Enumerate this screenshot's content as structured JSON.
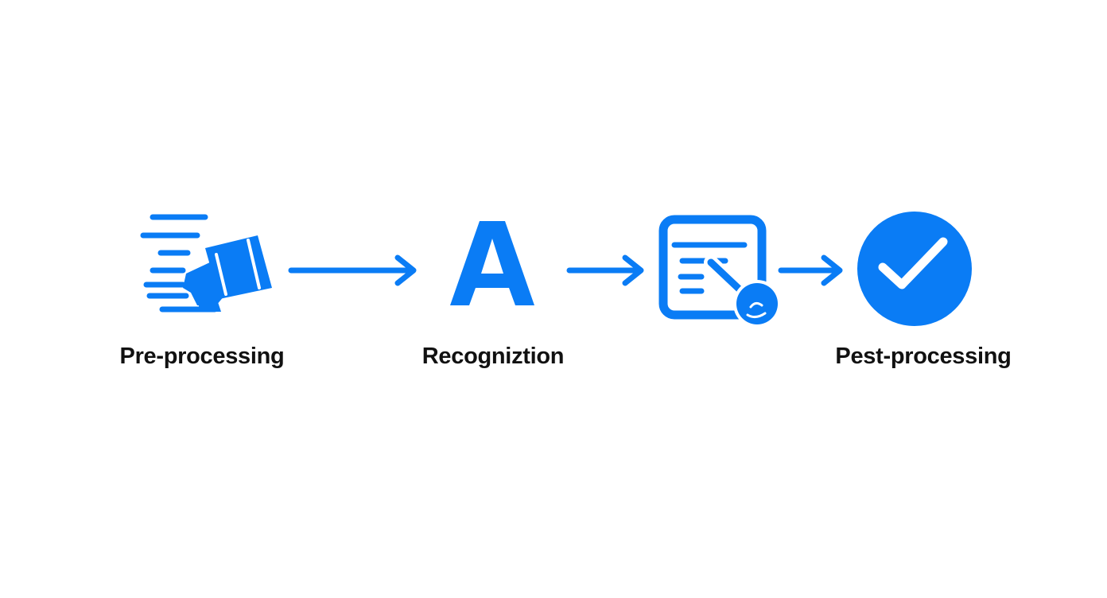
{
  "diagram": {
    "accent_color": "#0a7cf5",
    "steps": [
      {
        "label": "Pre-processing",
        "icon": "scanner-icon"
      },
      {
        "label": "Recogniztion",
        "icon": "letter-a-icon"
      },
      {
        "label": "",
        "icon": "document-edit-icon"
      },
      {
        "label": "Pest-processing",
        "icon": "check-circle-icon"
      }
    ],
    "arrows": 3
  }
}
